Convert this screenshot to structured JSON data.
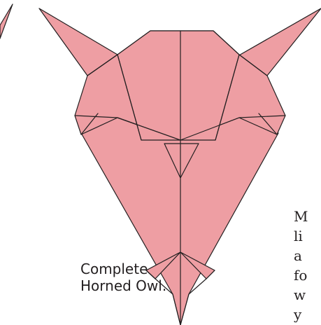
{
  "caption": {
    "line1": "Complete",
    "line2": "Horned Owl."
  },
  "cropped_text_lines": [
    "M",
    "li",
    "a",
    "fo",
    "w",
    "y"
  ],
  "colors": {
    "paper_fill": "#ee9ea3",
    "crease_line": "#231f20",
    "text": "#231f20"
  }
}
